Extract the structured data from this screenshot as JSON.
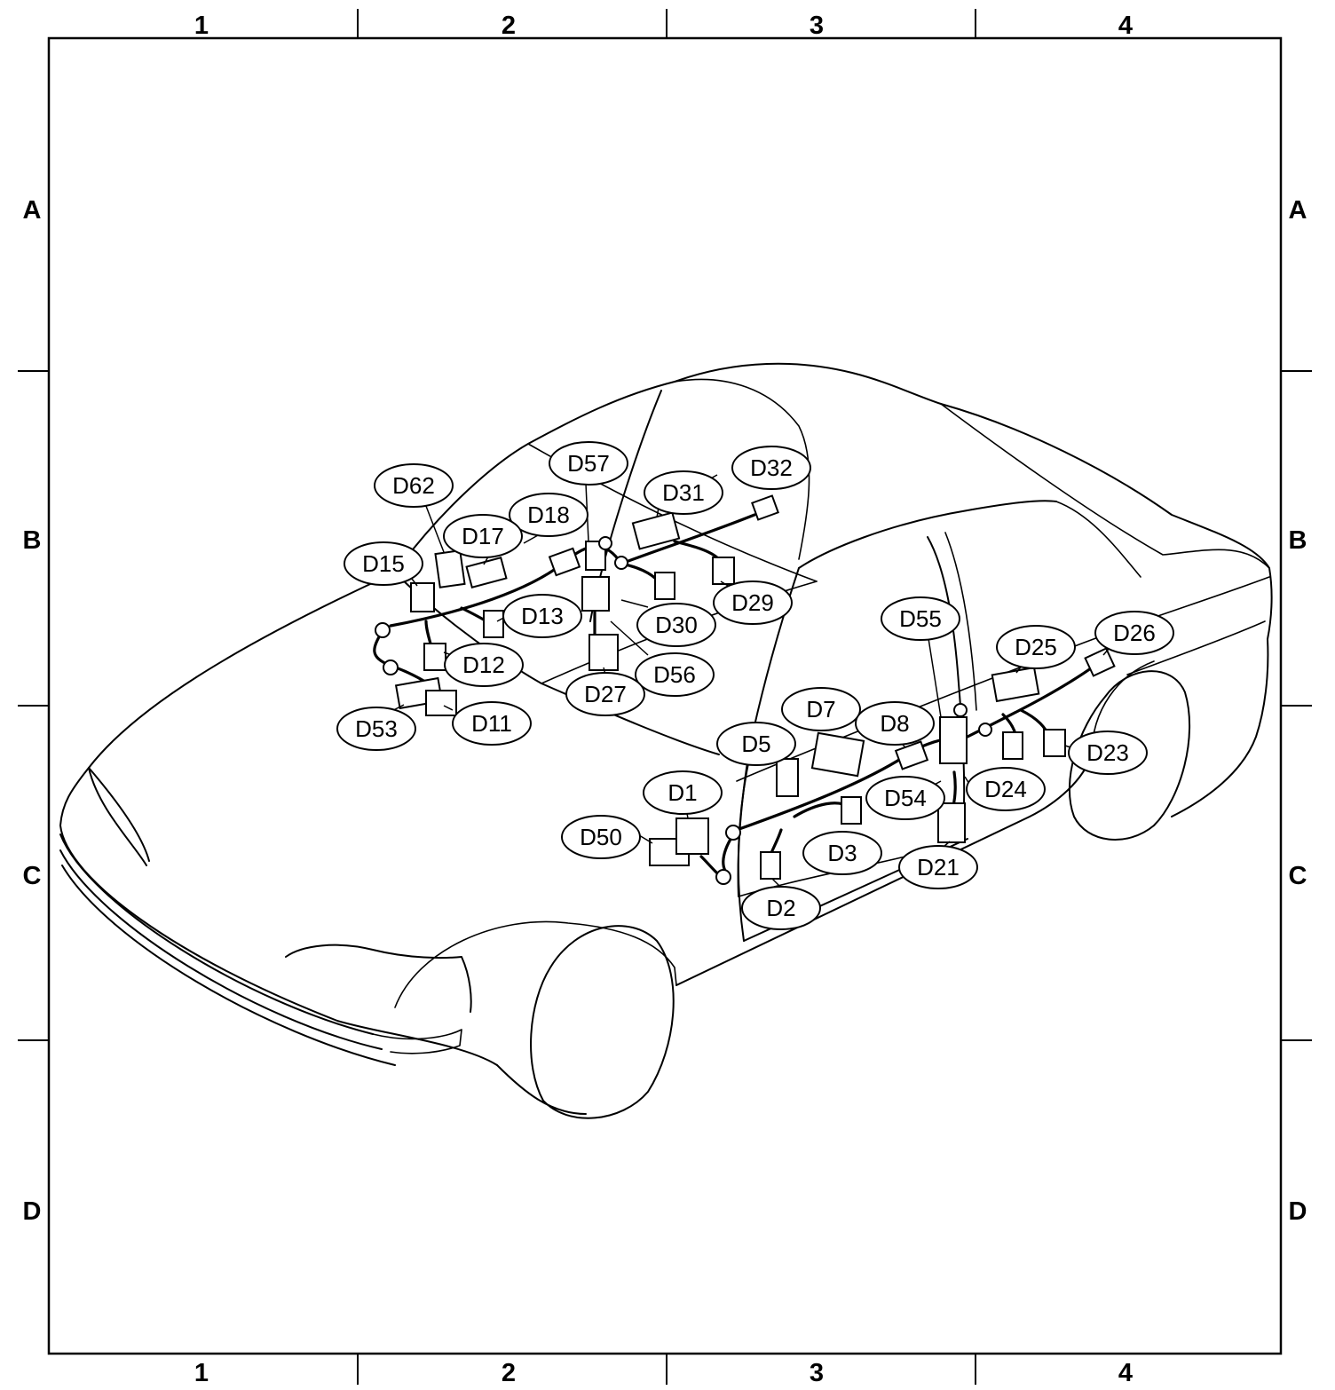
{
  "grid": {
    "columns": [
      "1",
      "2",
      "3",
      "4"
    ],
    "rows": [
      "A",
      "B",
      "C",
      "D"
    ]
  },
  "connectors": [
    "D62",
    "D57",
    "D31",
    "D32",
    "D18",
    "D17",
    "D15",
    "D13",
    "D12",
    "D11",
    "D53",
    "D30",
    "D29",
    "D56",
    "D27",
    "D55",
    "D25",
    "D26",
    "D7",
    "D8",
    "D5",
    "D1",
    "D50",
    "D3",
    "D2",
    "D54",
    "D24",
    "D23",
    "D21"
  ]
}
